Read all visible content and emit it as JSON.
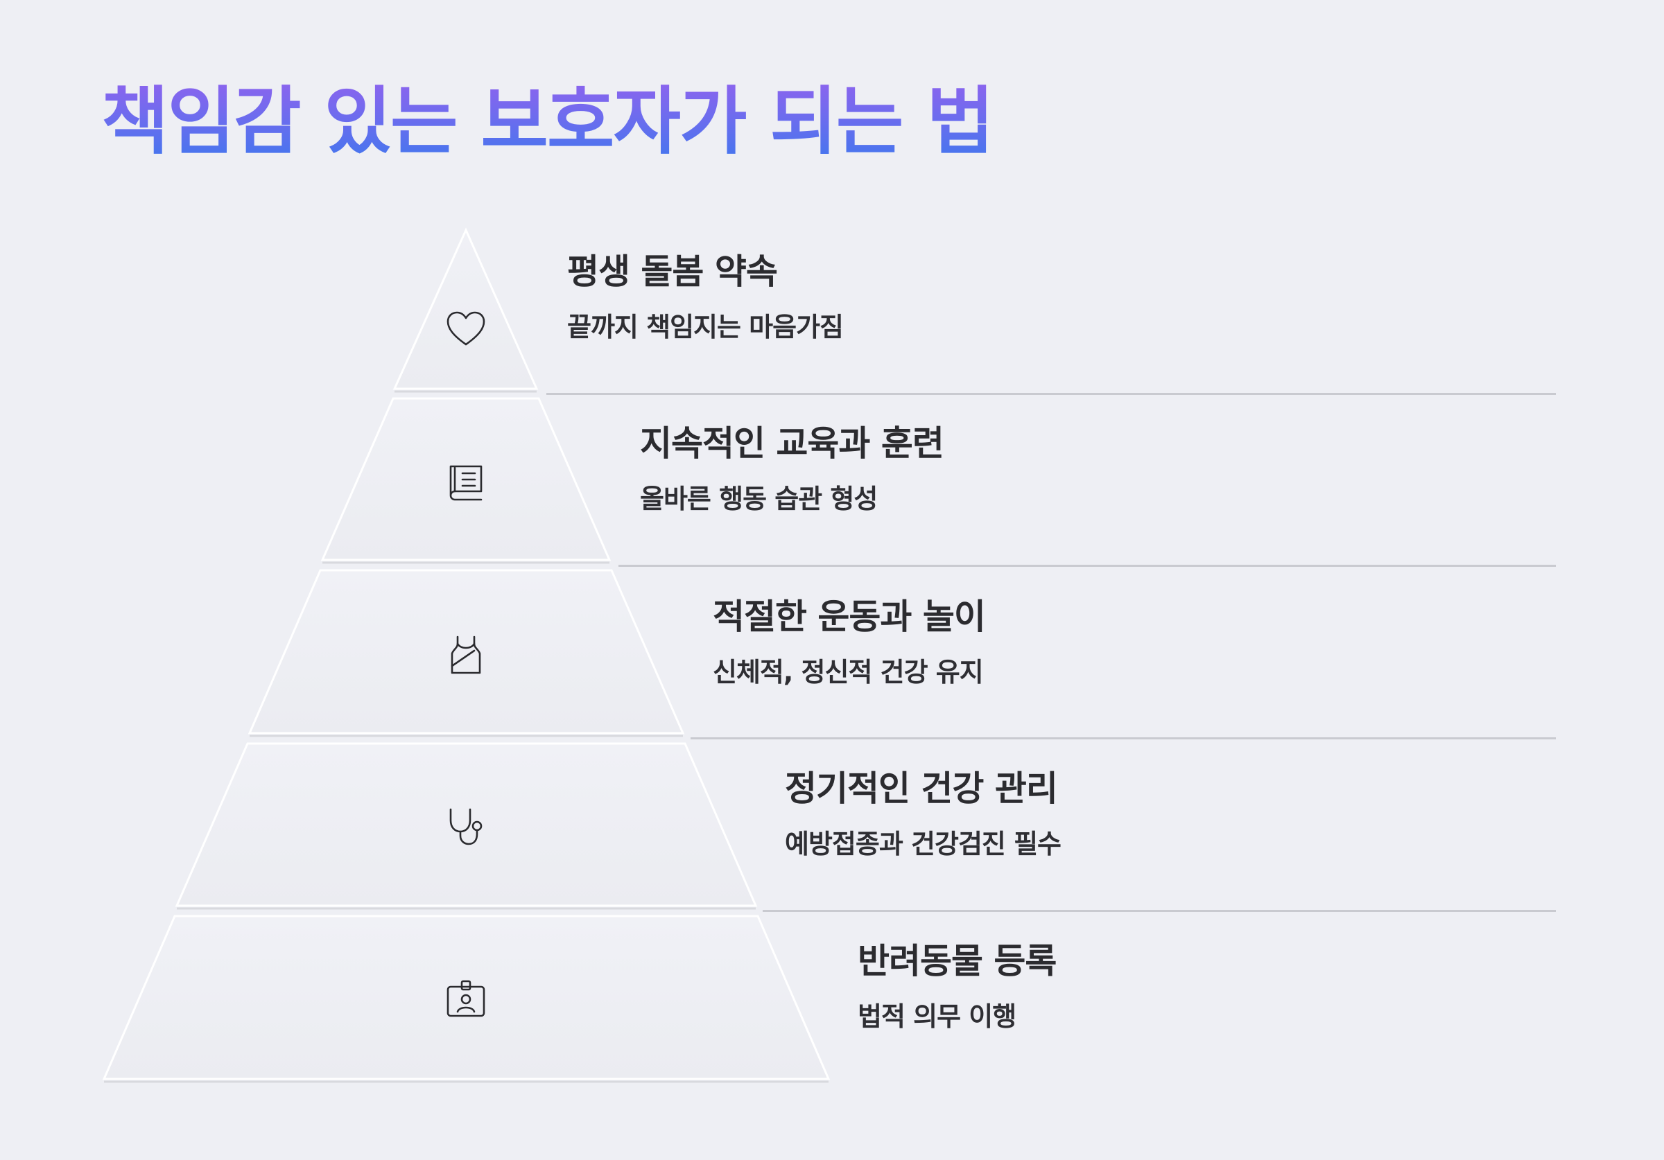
{
  "title": "책임감 있는 보호자가 되는 법",
  "levels": [
    {
      "heading": "평생 돌봄 약속",
      "description": "끝까지 책임지는 마음가짐",
      "icon": "heart-icon"
    },
    {
      "heading": "지속적인 교육과 훈련",
      "description": "올바른 행동 습관 형성",
      "icon": "book-icon"
    },
    {
      "heading": "적절한 운동과 놀이",
      "description": "신체적, 정신적 건강 유지",
      "icon": "tank-top-icon"
    },
    {
      "heading": "정기적인 건강 관리",
      "description": "예방접종과 건강검진 필수",
      "icon": "stethoscope-icon"
    },
    {
      "heading": "반려동물 등록",
      "description": "법적 의무 이행",
      "icon": "id-badge-icon"
    }
  ],
  "colors": {
    "background": "#eeeff4",
    "title_gradient_start": "#8f63ee",
    "title_gradient_end": "#3f77ee",
    "text": "#2b2b2f",
    "divider": "#c9cad0"
  }
}
